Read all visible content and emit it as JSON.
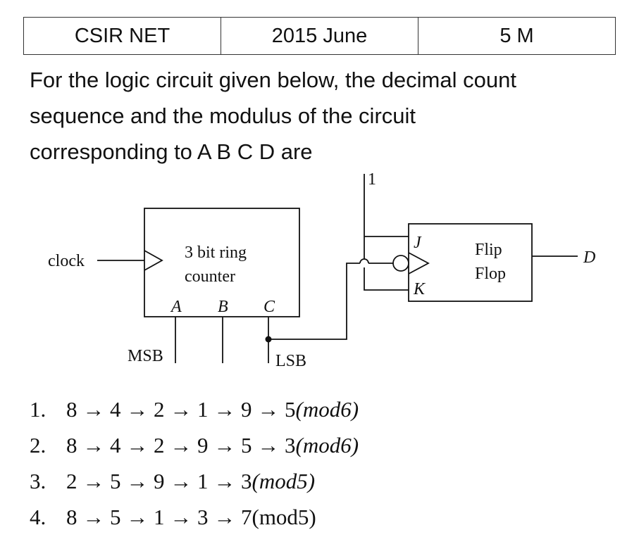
{
  "header": {
    "exam": "CSIR NET",
    "session": "2015 June",
    "marks": "5 M"
  },
  "question": {
    "line1": "For the logic circuit given below, the decimal count",
    "line2": "sequence and the modulus of the circuit",
    "line3": "corresponding to  A B C D are"
  },
  "circuit": {
    "one_label": "1",
    "clock_label": "clock",
    "counter_line1": "3 bit ring",
    "counter_line2": "counter",
    "output_a": "A",
    "output_b": "B",
    "output_c": "C",
    "msb_label": "MSB",
    "lsb_label": "LSB",
    "j_label": "J",
    "k_label": "K",
    "ff_line1": "Flip",
    "ff_line2": "Flop",
    "d_label": "D"
  },
  "options": [
    {
      "number": "1.",
      "sequence": "8 → 4 → 2 → 1 → 9 → 5",
      "modulus": "(mod6)"
    },
    {
      "number": "2.",
      "sequence": "8 → 4 → 2 → 9 → 5 → 3",
      "modulus": "(mod6)"
    },
    {
      "number": "3.",
      "sequence": "2 → 5 → 9 → 1 → 3",
      "modulus": "(mod5)"
    },
    {
      "number": "4.",
      "sequence": "8 → 5 → 1 → 3 → 7",
      "modulus": "(mod5)"
    }
  ]
}
